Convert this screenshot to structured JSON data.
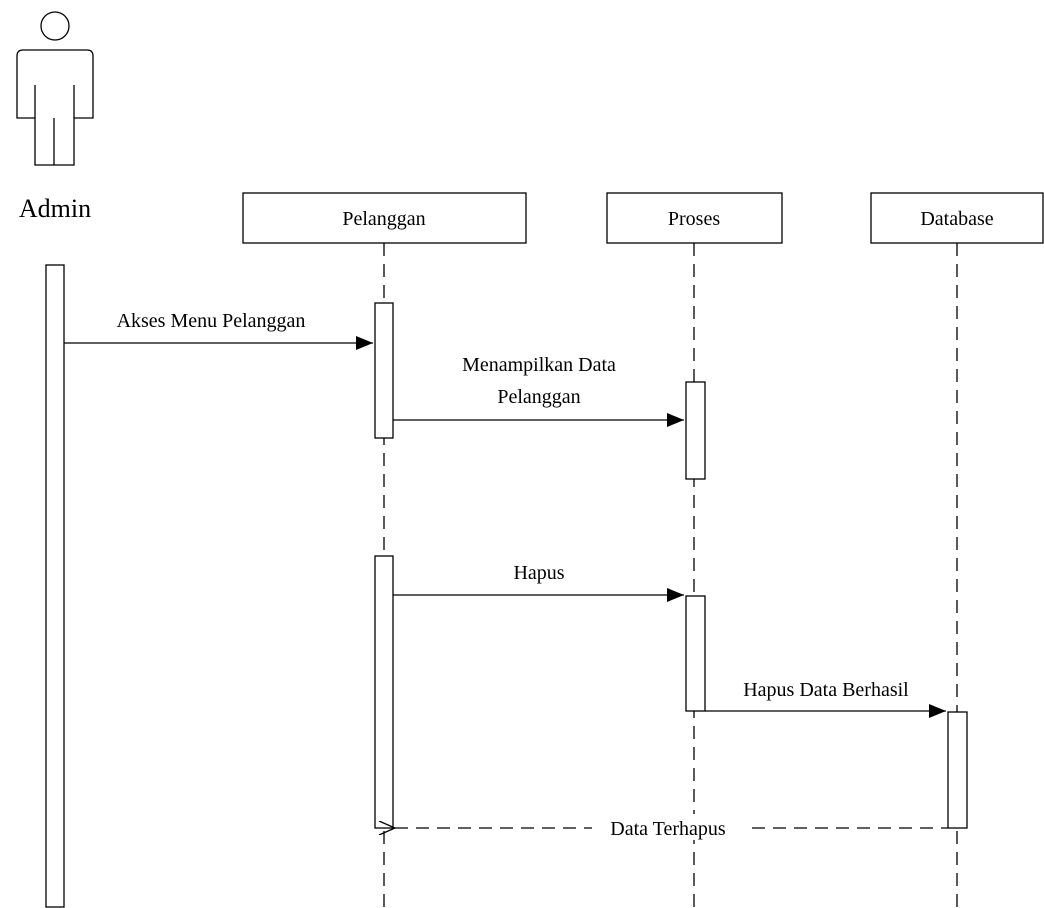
{
  "actor": {
    "name": "Admin",
    "icon": "actor-stick-figure-icon"
  },
  "lifelines": [
    {
      "id": "pelanggan",
      "label": "Pelanggan"
    },
    {
      "id": "proses",
      "label": "Proses"
    },
    {
      "id": "database",
      "label": "Database"
    }
  ],
  "messages": [
    {
      "id": "m1",
      "from": "admin",
      "to": "pelanggan",
      "kind": "sync",
      "lines": [
        "Akses Menu Pelanggan"
      ]
    },
    {
      "id": "m2",
      "from": "pelanggan",
      "to": "proses",
      "kind": "sync",
      "lines": [
        "Menampilkan Data",
        "Pelanggan"
      ]
    },
    {
      "id": "m3",
      "from": "pelanggan",
      "to": "proses",
      "kind": "sync",
      "lines": [
        "Hapus"
      ]
    },
    {
      "id": "m4",
      "from": "proses",
      "to": "database",
      "kind": "sync",
      "lines": [
        "Hapus Data Berhasil"
      ]
    },
    {
      "id": "m5",
      "from": "database",
      "to": "pelanggan",
      "kind": "return",
      "lines": [
        "Data Terhapus"
      ]
    }
  ],
  "colors": {
    "stroke": "#000000",
    "background": "#ffffff"
  }
}
